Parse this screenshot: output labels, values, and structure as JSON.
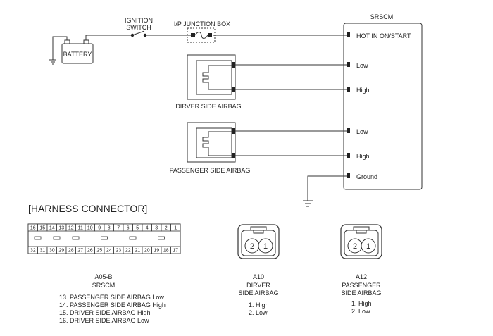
{
  "labels": {
    "srscm": "SRSCM",
    "ignition_line1": "IGNITION",
    "ignition_line2": "SWITCH",
    "ip_junction": "I/P JUNCTION BOX",
    "battery": "BATTERY",
    "hot_in": "HOT IN ON/START",
    "driver_low": "Low",
    "driver_high": "High",
    "pass_low": "Low",
    "pass_high": "High",
    "ground": "Ground",
    "driver_airbag": "DIRVER SIDE AIRBAG",
    "passenger_airbag": "PASSENGER SIDE AIRBAG"
  },
  "harness": {
    "title": "[HARNESS CONNECTOR]",
    "top_pins": [
      "16",
      "15",
      "14",
      "13",
      "12",
      "11",
      "10",
      "9",
      "8",
      "7",
      "6",
      "5",
      "4",
      "3",
      "2",
      "1"
    ],
    "bottom_pins": [
      "32",
      "31",
      "30",
      "29",
      "28",
      "27",
      "26",
      "25",
      "24",
      "23",
      "22",
      "21",
      "20",
      "19",
      "18",
      "17"
    ],
    "a05": {
      "code": "A05-B",
      "name": "SRSCM",
      "pins": [
        "13. PASSENGER SIDE AIRBAG Low",
        "14. PASSENGER SIDE AIRBAG High",
        "15. DRIVER SIDE AIRBAG High",
        "16. DRIVER SIDE AIRBAG Low"
      ]
    },
    "a10": {
      "code": "A10",
      "name1": "DIRVER",
      "name2": "SIDE AIRBAG",
      "pin_a": "2",
      "pin_b": "1",
      "pins": [
        "1. High",
        "2. Low"
      ]
    },
    "a12": {
      "code": "A12",
      "name1": "PASSENGER",
      "name2": "SIDE AIRBAG",
      "pin_a": "2",
      "pin_b": "1",
      "pins": [
        "1. High",
        "2. Low"
      ]
    }
  }
}
